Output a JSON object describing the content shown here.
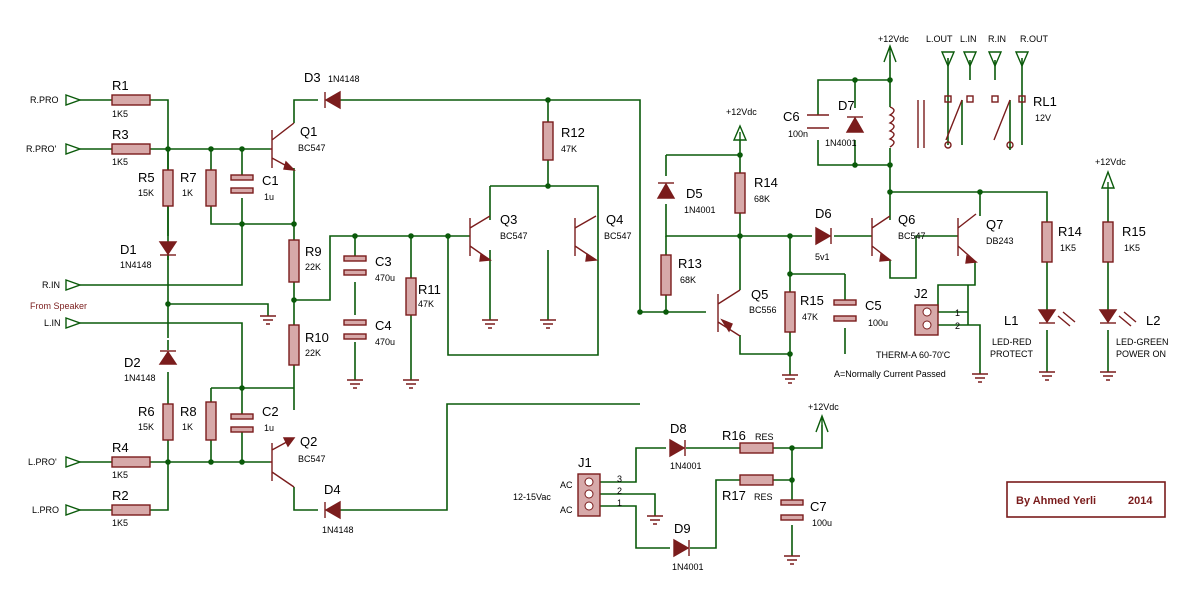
{
  "nets": {
    "r_pro": "R.PRO",
    "r_pro_prime": "R.PRO'",
    "r_in": "R.IN",
    "from_speaker": "From Speaker",
    "l_in": "L.IN",
    "l_pro_prime": "L.PRO'",
    "l_pro": "L.PRO"
  },
  "supply": {
    "v1": "+12Vdc",
    "v2": "+12Vdc",
    "v3": "+12Vdc",
    "v4": "+12Vdc"
  },
  "relay_nets": {
    "l_out": "L.OUT",
    "l_in": "L.IN",
    "r_in": "R.IN",
    "r_out": "R.OUT"
  },
  "parts": {
    "r1": {
      "ref": "R1",
      "val": "1K5"
    },
    "r3": {
      "ref": "R3",
      "val": "1K5"
    },
    "r5": {
      "ref": "R5",
      "val": "15K"
    },
    "r7": {
      "ref": "R7",
      "val": "1K"
    },
    "c1": {
      "ref": "C1",
      "val": "1u"
    },
    "q1": {
      "ref": "Q1",
      "val": "BC547"
    },
    "d1": {
      "ref": "D1",
      "val": "1N4148"
    },
    "r9": {
      "ref": "R9",
      "val": "22K"
    },
    "r10": {
      "ref": "R10",
      "val": "22K"
    },
    "d2": {
      "ref": "D2",
      "val": "1N4148"
    },
    "r6": {
      "ref": "R6",
      "val": "15K"
    },
    "r8": {
      "ref": "R8",
      "val": "1K"
    },
    "c2": {
      "ref": "C2",
      "val": "1u"
    },
    "q2": {
      "ref": "Q2",
      "val": "BC547"
    },
    "r4": {
      "ref": "R4",
      "val": "1K5"
    },
    "r2": {
      "ref": "R2",
      "val": "1K5"
    },
    "d3": {
      "ref": "D3",
      "val": "1N4148"
    },
    "d4": {
      "ref": "D4",
      "val": "1N4148"
    },
    "c3": {
      "ref": "C3",
      "val": "470u"
    },
    "c4": {
      "ref": "C4",
      "val": "470u"
    },
    "r11": {
      "ref": "R11",
      "val": "47K"
    },
    "r12": {
      "ref": "R12",
      "val": "47K"
    },
    "q3": {
      "ref": "Q3",
      "val": "BC547"
    },
    "q4": {
      "ref": "Q4",
      "val": "BC547"
    },
    "d5": {
      "ref": "D5",
      "val": "1N4001"
    },
    "r13": {
      "ref": "R13",
      "val": "68K"
    },
    "r14a": {
      "ref": "R14",
      "val": "68K"
    },
    "q5": {
      "ref": "Q5",
      "val": "BC556"
    },
    "r15a": {
      "ref": "R15",
      "val": "47K"
    },
    "c5": {
      "ref": "C5",
      "val": "100u"
    },
    "d6": {
      "ref": "D6",
      "val": "5v1"
    },
    "q6": {
      "ref": "Q6",
      "val": "BC547"
    },
    "q7": {
      "ref": "Q7",
      "val": "DB243"
    },
    "j2": {
      "ref": "J2",
      "pin1": "1",
      "pin2": "2",
      "note1": "THERM-A 60-70'C",
      "note2": "A=Normally Current Passed"
    },
    "c6": {
      "ref": "C6",
      "val": "100n"
    },
    "d7": {
      "ref": "D7",
      "val": "1N4001"
    },
    "rl1": {
      "ref": "RL1",
      "val": "12V"
    },
    "r14b": {
      "ref": "R14",
      "val": "1K5"
    },
    "r15b": {
      "ref": "R15",
      "val": "1K5"
    },
    "l1": {
      "ref": "L1",
      "val1": "LED-RED",
      "val2": "PROTECT"
    },
    "l2": {
      "ref": "L2",
      "val1": "LED-GREEN",
      "val2": "POWER ON"
    },
    "j1": {
      "ref": "J1",
      "pin3": "3",
      "pin2": "2",
      "pin1": "1",
      "ac1": "AC",
      "voltage": "12-15Vac",
      "ac2": "AC"
    },
    "d8": {
      "ref": "D8",
      "val": "1N4001"
    },
    "d9": {
      "ref": "D9",
      "val": "1N4001"
    },
    "r16": {
      "ref": "R16",
      "val": "RES"
    },
    "r17": {
      "ref": "R17",
      "val": "RES"
    },
    "c7": {
      "ref": "C7",
      "val": "100u"
    }
  },
  "signature": {
    "author": "By Ahmed Yerli",
    "year": "2014"
  },
  "colors": {
    "wire": "#0a5a0a",
    "component": "#7a1c1c",
    "component_fill": "#d7a9a9",
    "background": "#ffffff"
  }
}
